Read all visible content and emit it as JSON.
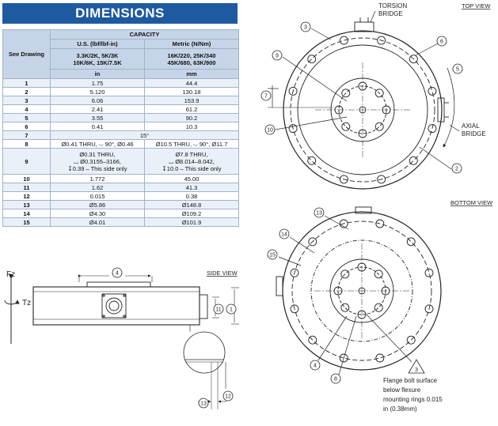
{
  "header": {
    "title": "DIMENSIONS"
  },
  "table": {
    "see_drawing": "See Drawing",
    "capacity": "CAPACITY",
    "us_label": "U.S. (lbf/lbf-in)",
    "metric_label": "Metric (N/Nm)",
    "us_capacities": "3.3K/2K,  5K/3K\n10K/6K,  15K/7.5K",
    "metric_capacities": "16K/220,  25K/340\n45K/680,  63K/900",
    "us_unit": "in",
    "metric_unit": "mm",
    "rows": [
      {
        "n": "1",
        "us": "1.75",
        "metric": "44.4"
      },
      {
        "n": "2",
        "us": "5.120",
        "metric": "130.18"
      },
      {
        "n": "3",
        "us": "6.06",
        "metric": "153.9"
      },
      {
        "n": "4",
        "us": "2.41",
        "metric": "61.2"
      },
      {
        "n": "5",
        "us": "3.55",
        "metric": "90.2"
      },
      {
        "n": "6",
        "us": "0.41",
        "metric": "10.3"
      },
      {
        "n": "7",
        "span": "15°"
      },
      {
        "n": "8",
        "us": "Ø0.41 THRU, ⌵ 90°, Ø0.46",
        "metric": "Ø10.5 THRU, ⌵ 90°, Ø11.7"
      },
      {
        "n": "9",
        "us": "Ø0.31 THRU,\n⌴ Ø0.3155–3166,\n↧0.39 – This side only",
        "metric": "Ø7.8 THRU,\n⌴ Ø8.014–8.042,\n↧10.0 – This side only"
      },
      {
        "n": "10",
        "us": "1.772",
        "metric": "45.00"
      },
      {
        "n": "11",
        "us": "1.62",
        "metric": "41.3"
      },
      {
        "n": "12",
        "us": "0.015",
        "metric": "0.38"
      },
      {
        "n": "13",
        "us": "Ø5.86",
        "metric": "Ø148.8"
      },
      {
        "n": "14",
        "us": "Ø4.30",
        "metric": "Ø109.2"
      },
      {
        "n": "15",
        "us": "Ø4.01",
        "metric": "Ø101.9"
      }
    ]
  },
  "labels": {
    "top_view": "TOP VIEW",
    "bottom_view": "BOTTOM VIEW",
    "side_view": "SIDE VIEW",
    "torsion_1": "TORSION",
    "torsion_2": "BRIDGE",
    "axial_1": "AXIAL",
    "axial_2": "BRIDGE",
    "fz": "Fz",
    "tz": "Tz",
    "note_1": "Flange bolt surface",
    "note_2": "below flexure",
    "note_3": "mounting rings 0.015",
    "note_4": "in (0.38mm)"
  },
  "callouts": {
    "c1": "1",
    "c2": "2",
    "c3": "3",
    "c4": "4",
    "c5": "5",
    "c6": "6",
    "c7": "7",
    "c8": "8",
    "c9": "9",
    "c10": "10",
    "c11": "11",
    "c12": "12",
    "c13": "13",
    "c14": "14",
    "c15": "15"
  },
  "colors": {
    "banner": "#1e5aa0",
    "header_row": "#c6d4e8",
    "alt_row": "#eaf0f8",
    "grid": "#9fb3cc"
  }
}
